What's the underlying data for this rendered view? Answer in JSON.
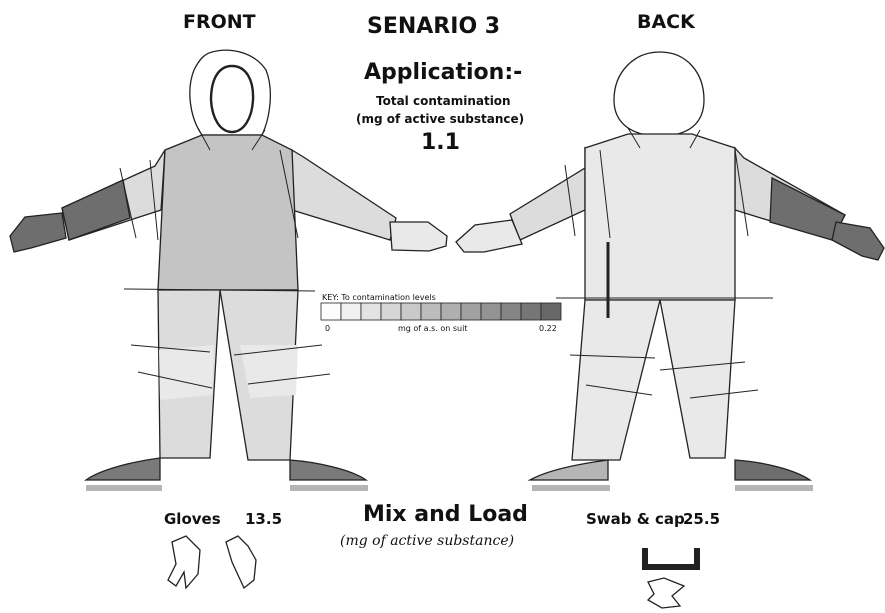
{
  "labels": {
    "front": "FRONT",
    "back": "BACK",
    "scenario": "SENARIO 3",
    "application_heading": "Application:-",
    "total_contamination_line1": "Total contamination",
    "total_contamination_line2": "(mg of active substance)",
    "total_value": "1.1"
  },
  "key": {
    "title": "KEY: To contamination levels",
    "min": "0",
    "unit": "mg of a.s. on suit",
    "max": "0.22",
    "shades": [
      "#fdfdfd",
      "#f0f0f0",
      "#e3e3e3",
      "#d6d6d6",
      "#c9c9c9",
      "#bcbcbc",
      "#afafaf",
      "#a1a1a1",
      "#939393",
      "#858585",
      "#767676",
      "#686868"
    ]
  },
  "mix_and_load": {
    "heading": "Mix and Load",
    "subheading": "(mg of active substance)",
    "gloves_label": "Gloves",
    "gloves_value": "13.5",
    "swab_label": "Swab & cap",
    "swab_value": "25.5"
  },
  "colors": {
    "very_light": "#e9e9e9",
    "light": "#dcdcdc",
    "medium": "#c4c4c4",
    "dark": "#6e6e6e",
    "sole": "#b5b5b5"
  }
}
